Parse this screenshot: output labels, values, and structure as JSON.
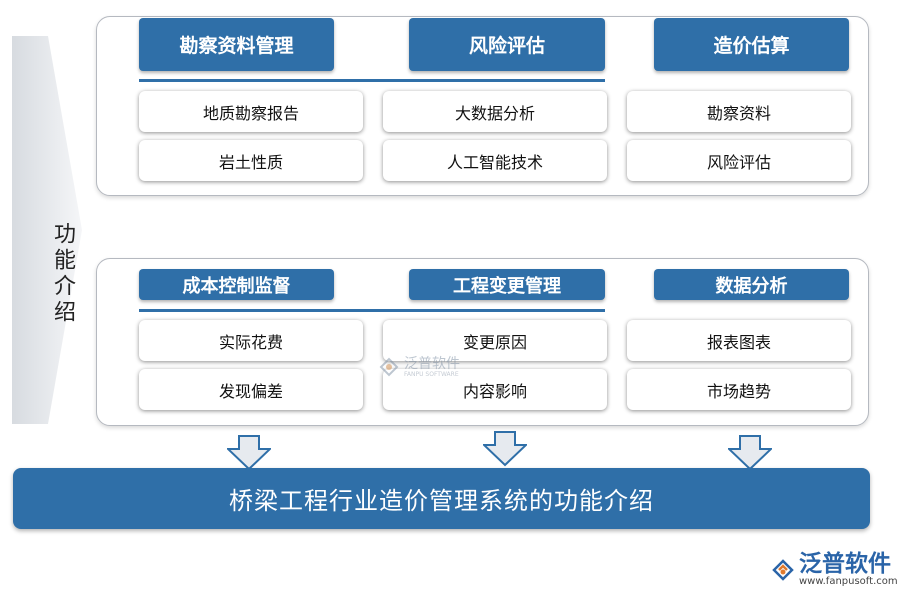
{
  "side_label": "功能介绍",
  "top_panel": {
    "columns": [
      {
        "header": "勘察资料管理",
        "items": [
          "地质勘察报告",
          "岩土性质"
        ]
      },
      {
        "header": "风险评估",
        "items": [
          "大数据分析",
          "人工智能技术"
        ]
      },
      {
        "header": "造价估算",
        "items": [
          "勘察资料",
          "风险评估"
        ]
      }
    ]
  },
  "bottom_panel": {
    "columns": [
      {
        "header": "成本控制监督",
        "items": [
          "实际花费",
          "发现偏差"
        ]
      },
      {
        "header": "工程变更管理",
        "items": [
          "变更原因",
          "内容影响"
        ]
      },
      {
        "header": "数据分析",
        "items": [
          "报表图表",
          "市场趋势"
        ]
      }
    ]
  },
  "banner_title": "桥梁工程行业造价管理系统的功能介绍",
  "watermark": {
    "name": "泛普软件",
    "sub": "FANPU SOFTWARE"
  },
  "brand": {
    "name": "泛普软件",
    "url": "www.fanpusoft.com"
  },
  "colors": {
    "primary": "#2f6fa8",
    "arrow_fill": "#e6eaef"
  }
}
